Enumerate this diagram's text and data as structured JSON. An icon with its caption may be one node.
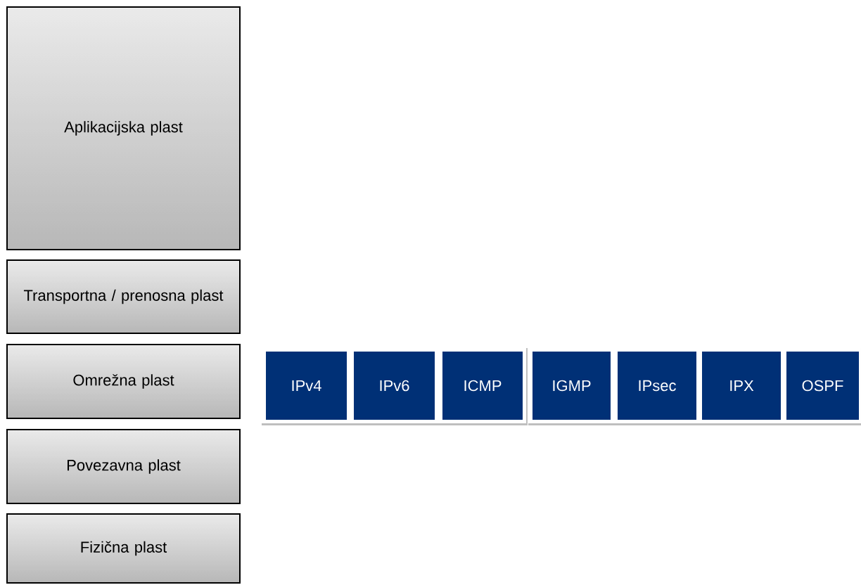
{
  "diagram": {
    "nodes": [
      {
        "text": [
          "Aplikacijska plast"
        ]
      },
      {
        "text": [
          "Transportna / prenosna plast"
        ]
      },
      {
        "text": [
          "Omrežna plast"
        ]
      },
      {
        "text": [
          "Povezavna plast"
        ]
      },
      {
        "text": [
          "Fizična plast"
        ]
      },
      {
        "text": [
          "IPv4"
        ]
      },
      {
        "text": [
          "IPv6"
        ]
      },
      {
        "text": [
          "ICMP"
        ]
      },
      {
        "text": [
          "IGMP"
        ]
      },
      {
        "text": [
          "IPsec"
        ]
      },
      {
        "text": [
          "IPX"
        ]
      },
      {
        "text": [
          "OSPF"
        ]
      }
    ]
  }
}
